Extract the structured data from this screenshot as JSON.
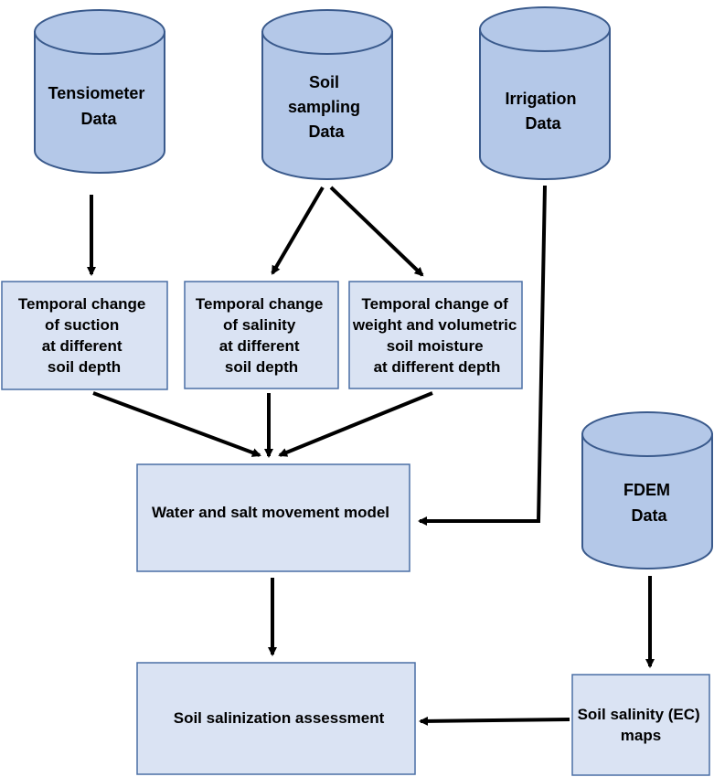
{
  "colors": {
    "cylinder_fill": "#b4c8e8",
    "cylinder_stroke": "#3a5a8c",
    "box_fill": "#dae3f3",
    "box_stroke": "#4a6fa5",
    "arrow": "#000000"
  },
  "sources": {
    "tensiometer": [
      "Tensiometer",
      "Data"
    ],
    "soil_sampling": [
      "Soil",
      "sampling",
      "Data"
    ],
    "irrigation": [
      "Irrigation",
      "Data"
    ],
    "fdem": [
      "FDEM",
      "Data"
    ]
  },
  "processes": {
    "suction": [
      "Temporal change",
      "of suction",
      "at different",
      "soil depth"
    ],
    "salinity": [
      "Temporal change",
      "of salinity",
      "at different",
      "soil depth"
    ],
    "moisture": [
      "Temporal change of",
      "weight and volumetric",
      "soil moisture",
      "at different  depth"
    ],
    "model": [
      "Water and salt movement model"
    ],
    "assessment": [
      "Soil salinization assessment"
    ],
    "ec_maps": [
      "Soil salinity (EC)",
      "maps"
    ]
  }
}
